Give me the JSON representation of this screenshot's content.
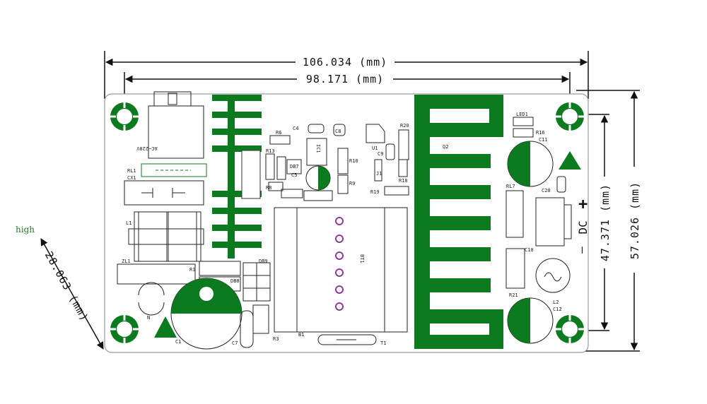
{
  "note_text": "high",
  "colors": {
    "trace": "#0c7a1e",
    "ink": "#111111",
    "pad_ring": "#b05ab0"
  },
  "dimensions": {
    "overall_width": "106.034 (mm)",
    "hole_width": "98.171 (mm)",
    "hole_height": "47.371 (mm)",
    "overall_height": "57.026 (mm)",
    "diagonal": "28.063 (mm)"
  },
  "board_labels": {
    "ac_in": "AC~220V",
    "rl1": "RL1",
    "cx1": "CX1",
    "l1": "L1",
    "zl1": "ZL1",
    "r1": "R1",
    "n": "N",
    "c1": "C1",
    "c7": "C7",
    "r3": "R3",
    "db9": "DB9",
    "db8": "DB8",
    "r6": "R6",
    "r13": "R13",
    "c4": "C4",
    "c8": "C8",
    "ic1": "IC1",
    "db7": "DB7",
    "r8": "R8",
    "c5": "C5",
    "r10": "R10",
    "r9": "R9",
    "u1": "U1",
    "c9": "C9",
    "r20": "R20",
    "j1": "J1",
    "r18": "R18",
    "r19": "R19",
    "b1": "B1",
    "t1": "T1",
    "bt1": "BT1",
    "q2": "Q2",
    "led1": "LED1",
    "r16": "R16",
    "c11": "C11",
    "rl7": "RL7",
    "c20": "C20",
    "dc": "DC",
    "plus": "+",
    "minus": "—",
    "c10": "C10",
    "r21": "R21",
    "l2": "L2",
    "c12": "C12"
  }
}
